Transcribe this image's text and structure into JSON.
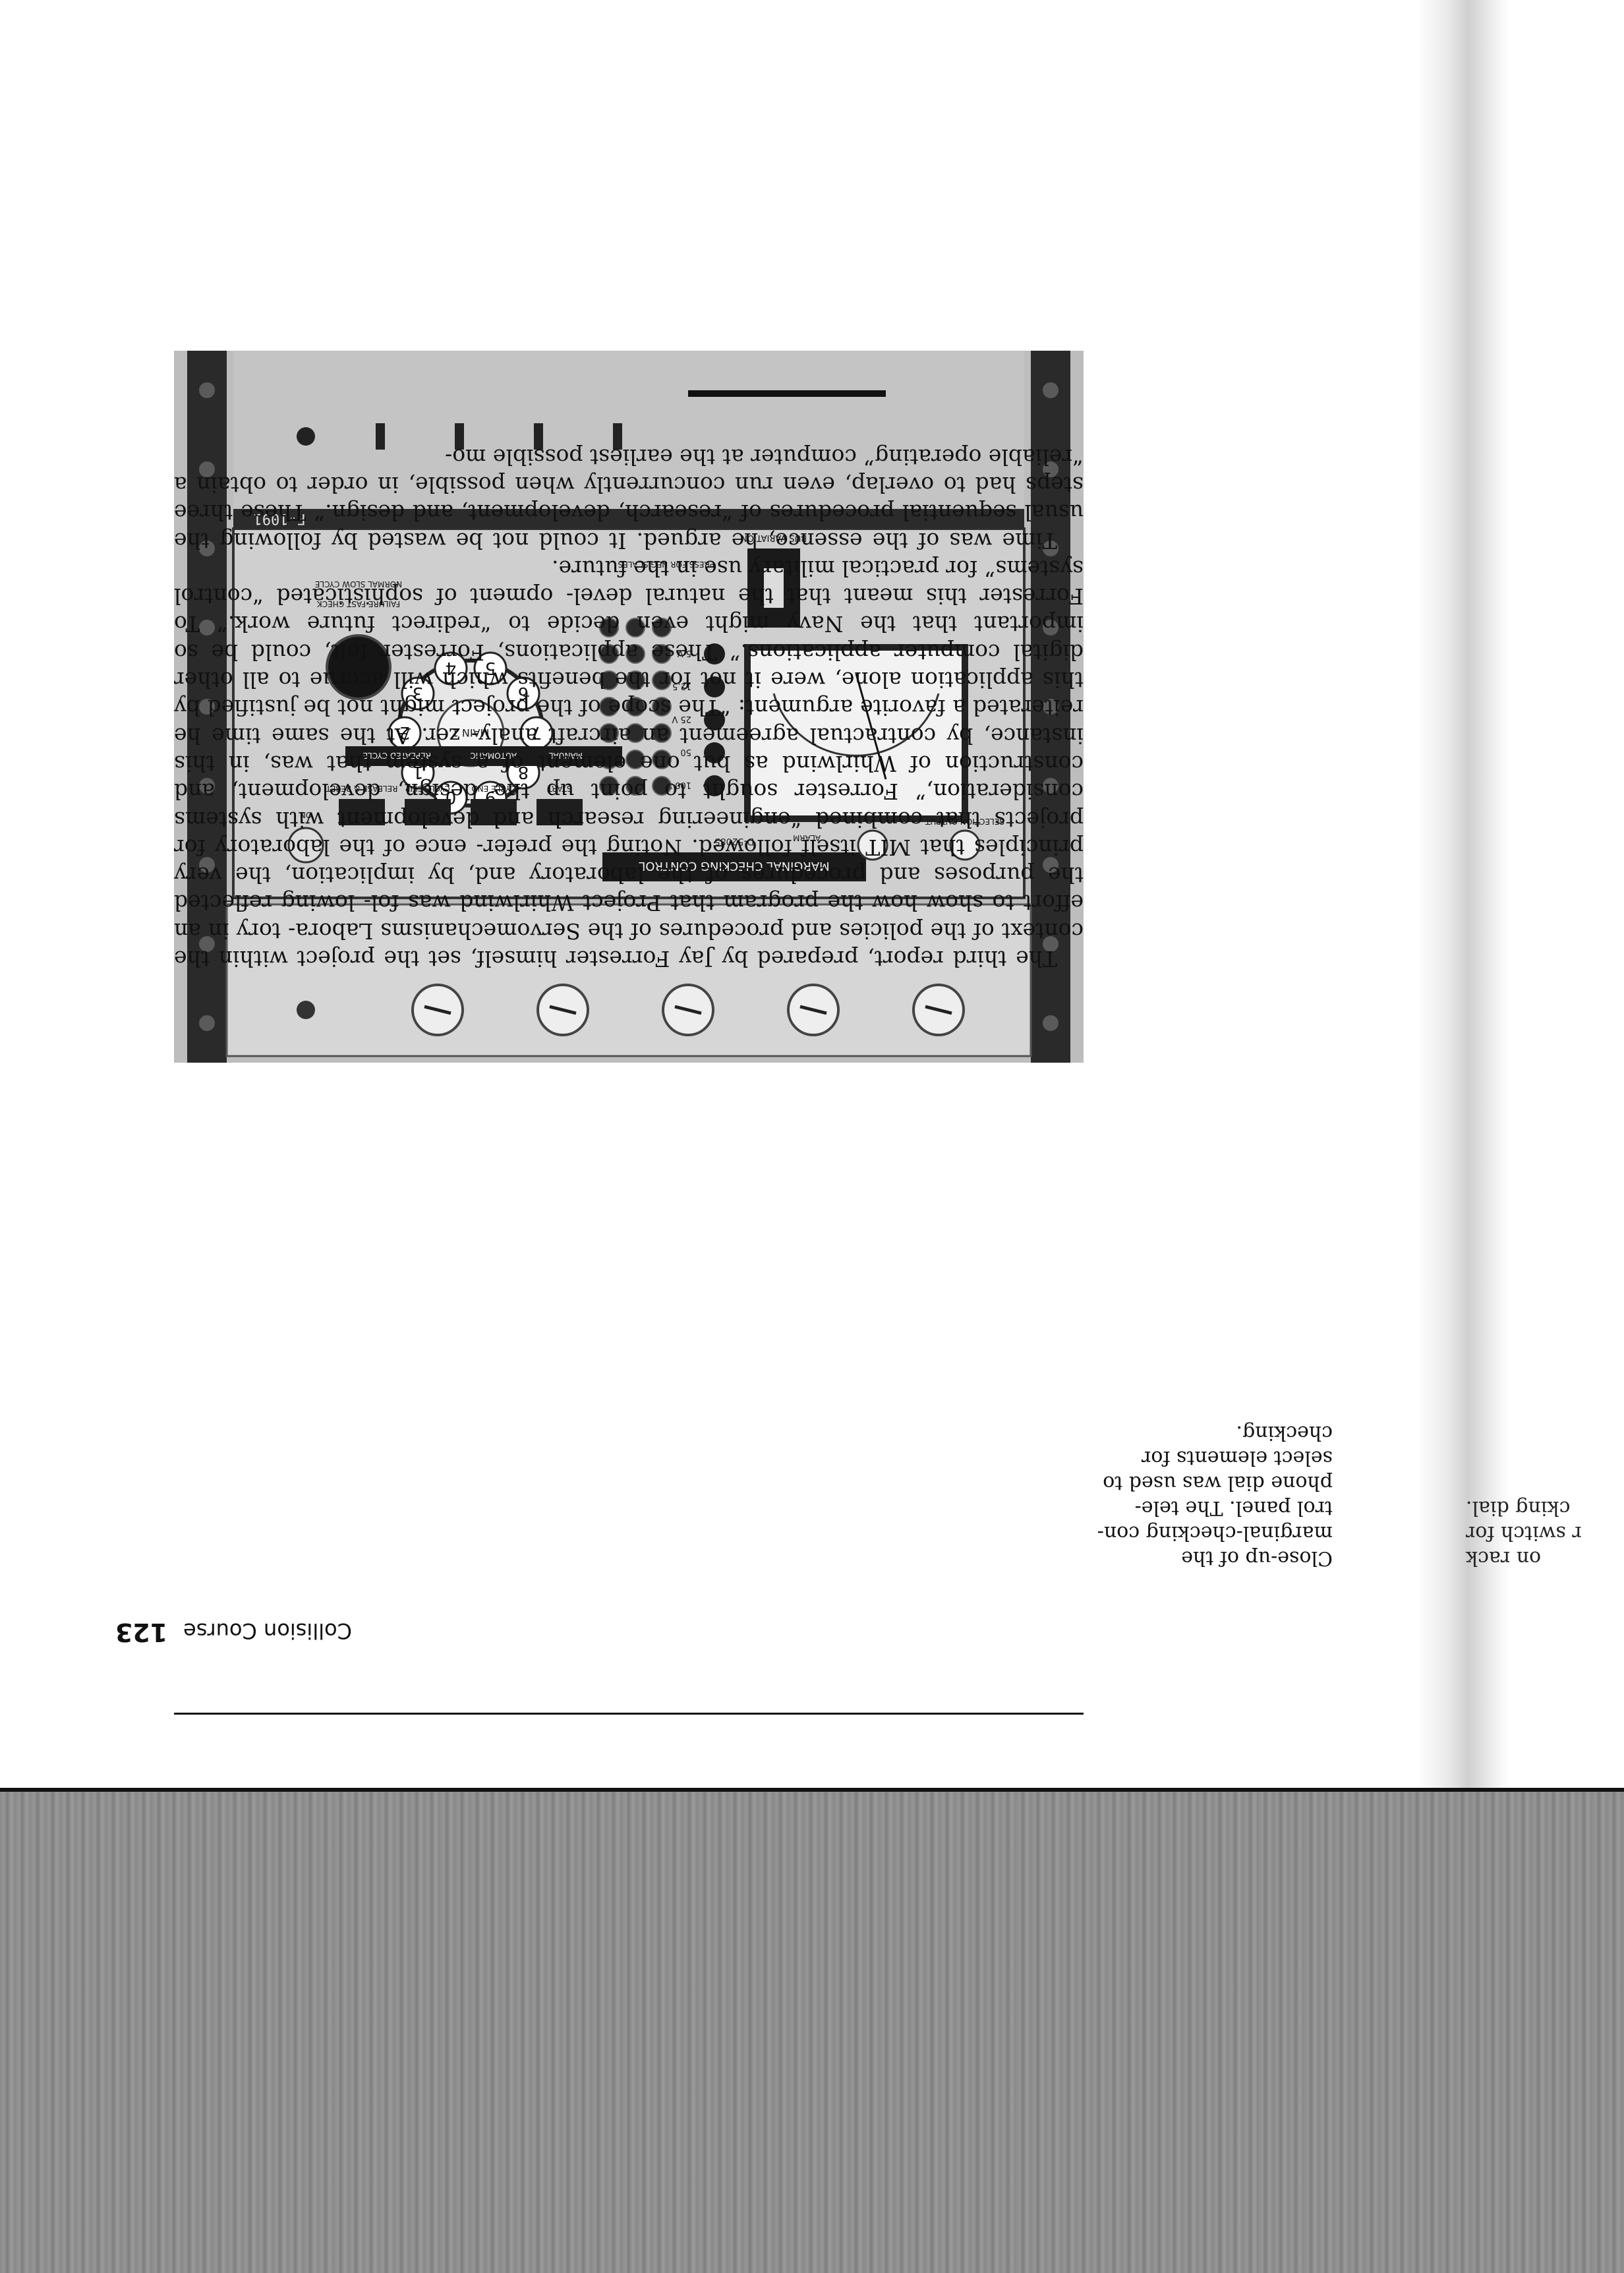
{
  "side_fragment": {
    "lines": [
      "on rack",
      "r switch for",
      "cking dial."
    ]
  },
  "running_header": {
    "title": "Collision Course",
    "page_number": "123"
  },
  "caption": {
    "lines": [
      "Close-up of the",
      "marginal-checking con-",
      "trol panel. The tele-",
      "phone dial was used to",
      "select elements for",
      "checking."
    ]
  },
  "photo": {
    "panel_number": "F-1091",
    "panel_title": "MARGINAL CHECKING CONTROL",
    "panel_code": "D-52085",
    "labels": {
      "selection_output": "SELECTION OUTPUT",
      "cycle_end": "CYCLE END",
      "cycle_skip": "CYCLE SKIP",
      "release_and_reset": "RELEASE & RESET",
      "on": "ON",
      "alarm": "ALARM",
      "start": "START",
      "manual": "MANUAL",
      "automatic": "AUTOMATIC",
      "repeated_cycle": "REPEATED CYCLE",
      "failure_fast_check": "FAILURE FAST CHECK",
      "normal_slow_cycle": "NORMAL SLOW CYCLE",
      "press_for_neg_scales": "PRESS FOR NEG SCALES",
      "bus_variation": "BUS VARIATION",
      "dial_number": "MAIN 1"
    },
    "dial_digits": [
      "1",
      "2",
      "3",
      "4",
      "5",
      "6",
      "7",
      "8",
      "9",
      "0"
    ],
    "meter_scale": [
      "100 V",
      "50",
      "25 V",
      "12.5",
      "5 V"
    ]
  },
  "body": {
    "lines": [
      "The third report, prepared by Jay Forrester himself, set the project within",
      "the context of the policies and procedures of the Servomechanisms Labora-",
      "tory in an effort to show how the program that Project Whirlwind was fol-",
      "lowing reflected the purposes and procedures of the laboratory and, by",
      "implication, the very principles that MIT itself followed. Noting the prefer-",
      "ence of the laboratory for projects that combined “engineering research and",
      "development with systems consideration,” Forrester sought to point up the",
      "design, development, and construction of Whirlwind as but one element of a",
      "system that was, in this instance, by contractual agreement an aircraft analy-",
      "zer. At the same time he reiterated a favorite argument: “The scope of the",
      "project might not be justified by this application alone, were it not for the",
      "benefits which will accrue to all other digital computer applications.” These",
      "applications, Forrester felt, could be so important that the Navy might even",
      "decide to “redirect future work.” To Forrester this meant that the natural devel-",
      "opment of sophisticated “control systems” for practical military use in the",
      "future.",
      "Time was of the essence, he argued. It could not be wasted by following",
      "the usual sequential procedures of “research, development, and design.”",
      "These three steps had to overlap, even run concurrently when possible, in",
      "order to obtain a “reliable operating” computer at the earliest possible mo-"
    ]
  }
}
